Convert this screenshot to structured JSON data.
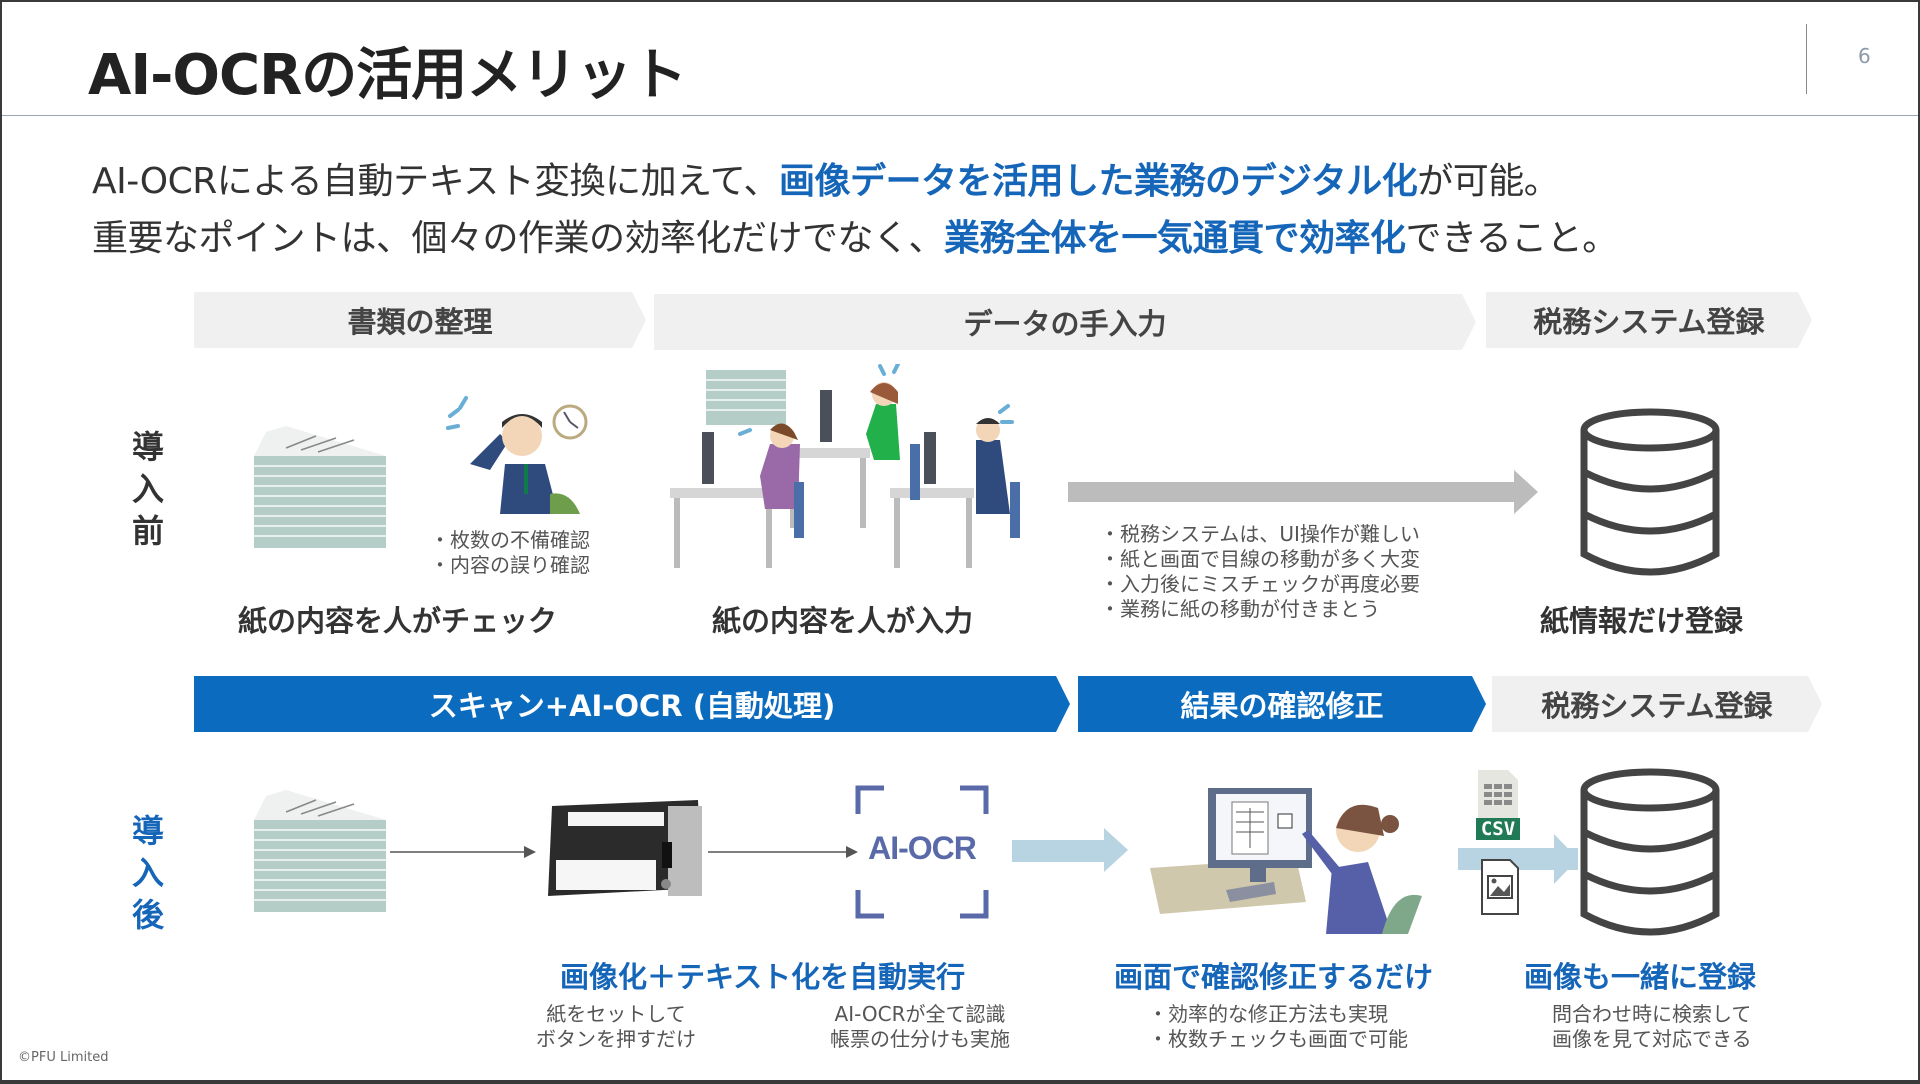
{
  "header": {
    "title": "AI-OCRの活用メリット",
    "page_number": "6"
  },
  "intro": {
    "line1": {
      "before": "AI-OCRによる自動テキスト変換に加えて、",
      "highlight": "画像データを活用した業務のデジタル化",
      "after": "が可能。"
    },
    "line2": {
      "before": "重要なポイントは、個々の作業の効率化だけでなく、",
      "highlight": "業務全体を一気通貫で効率化",
      "after": "できること。"
    }
  },
  "colors": {
    "accent_blue": "#0b6cbf",
    "highlight_text": "#1565b8",
    "stage_grey": "#f0f0f0",
    "ocr_frame": "#5a6aa8",
    "light_arrow": "#b8d4e2",
    "csv_green": "#1f7a55"
  },
  "before": {
    "row_label": [
      "導",
      "入",
      "前"
    ],
    "stages": [
      "書類の整理",
      "データの手入力",
      "税務システム登録"
    ],
    "step1": {
      "notes": [
        "・枚数の不備確認",
        "・内容の誤り確認"
      ],
      "caption": "紙の内容を人がチェック"
    },
    "step2": {
      "caption": "紙の内容を人が入力"
    },
    "problems": [
      "・税務システムは、UI操作が難しい",
      "・紙と画面で目線の移動が多く大変",
      "・入力後にミスチェックが再度必要",
      "・業務に紙の移動が付きまとう"
    ],
    "step3": {
      "caption": "紙情報だけ登録"
    }
  },
  "after": {
    "row_label": [
      "導",
      "入",
      "後"
    ],
    "stages": [
      "スキャン+AI-OCR (自動処理)",
      "結果の確認修正",
      "税務システム登録"
    ],
    "ocr_label": "AI-OCR",
    "csv_label": "CSV",
    "step1": {
      "caption": "画像化＋テキスト化を自動実行",
      "note_left": [
        "紙をセットして",
        "ボタンを押すだけ"
      ],
      "note_right": [
        "AI-OCRが全て認識",
        "帳票の仕分けも実施"
      ]
    },
    "step2": {
      "caption": "画面で確認修正するだけ",
      "notes": [
        "・効率的な修正方法も実現",
        "・枚数チェックも画面で可能"
      ]
    },
    "step3": {
      "caption": "画像も一緒に登録",
      "notes": [
        "問合わせ時に検索して",
        "画像を見て対応できる"
      ]
    }
  },
  "footer": {
    "copyright": "©PFU Limited"
  }
}
